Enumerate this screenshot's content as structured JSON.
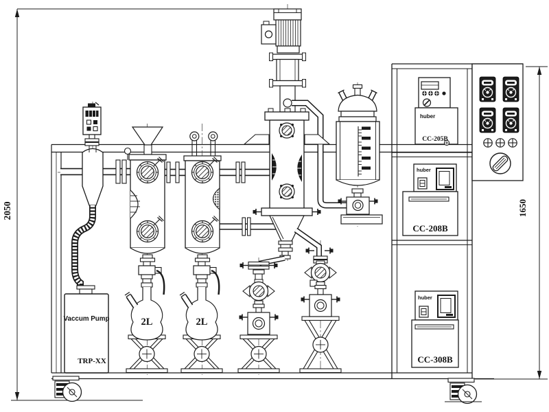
{
  "dimensions": {
    "overall_height": "2050",
    "cabinet_height": "1650"
  },
  "equipment": {
    "vacuum_pump": {
      "label": "Vaccum Pump",
      "model": "TRP-XX"
    },
    "receiving_flasks": {
      "capacity": "2L"
    },
    "chillers": {
      "brand": "huber",
      "unit_top": "CC-205B",
      "unit_middle": "CC-208B",
      "unit_bottom": "CC-308B"
    }
  }
}
